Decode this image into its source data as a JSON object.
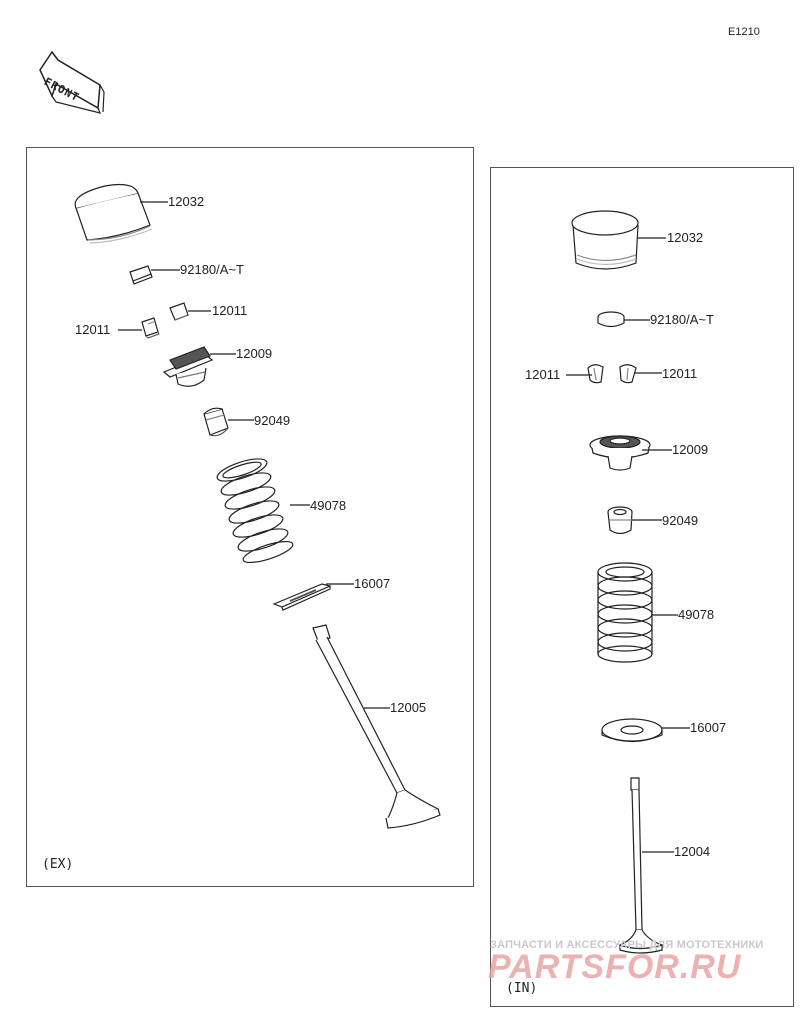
{
  "diagram_code": "E1210",
  "front_label": "FRONT",
  "watermark": {
    "line1": "ЗАПЧАСТИ И АКСЕССУАРЫ ДЛЯ МОТОТЕХНИКИ",
    "line2": "PARTSFOR.RU"
  },
  "exhaust": {
    "tag": "(EX)",
    "labels": {
      "tappet": "12032",
      "shim": "92180/A~T",
      "keeper_right": "12011",
      "keeper_left": "12011",
      "retainer": "12009",
      "seal": "92049",
      "spring": "49078",
      "spring_seat": "16007",
      "valve": "12005"
    }
  },
  "intake": {
    "tag": "(IN)",
    "labels": {
      "tappet": "12032",
      "shim": "92180/A~T",
      "keeper_left": "12011",
      "keeper_right": "12011",
      "retainer": "12009",
      "seal": "92049",
      "spring": "49078",
      "spring_seat": "16007",
      "valve": "12004"
    }
  }
}
